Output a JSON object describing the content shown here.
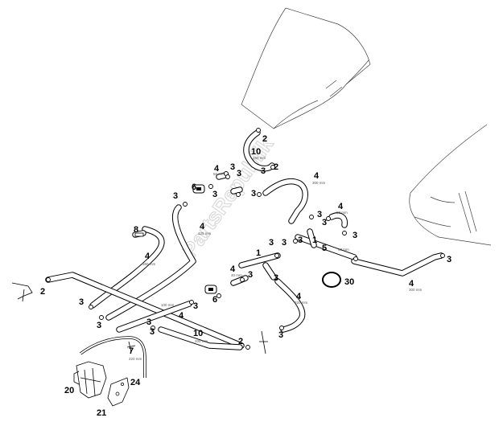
{
  "watermark": "PartsRepublik",
  "callouts": {
    "c2_top": "2",
    "c10_top": "10",
    "c3_a": "3",
    "c2_b": "2",
    "c4_56": "4",
    "c3_b": "3",
    "c3_c": "3",
    "c4_300": "4",
    "c3_left_top": "3",
    "c6_a": "6",
    "c3_d": "3",
    "c3_e": "3",
    "c4_90": "4",
    "c3_f": "3",
    "c3_g": "3",
    "c3_h": "3",
    "c8": "8",
    "c4_425": "4",
    "c4_350": "4",
    "c3_i": "3",
    "c3_j": "3",
    "c1_right": "1",
    "c5": "5",
    "c3_k": "3",
    "c4_mid": "4",
    "c1_mid": "1",
    "c3_l": "3",
    "c3_m": "3",
    "c30": "30",
    "c3_right": "3",
    "c4_bottomright": "4",
    "c2_left": "2",
    "c3_n": "3",
    "c3_o": "3",
    "c6_b": "6",
    "c3_p": "3",
    "c4_320": "4",
    "c3_q": "3",
    "c4_100": "4",
    "c3_r": "3",
    "c3_s": "3",
    "c10_bottom": "10",
    "c2_bottom": "2",
    "c7": "7",
    "c20": "20",
    "c24": "24",
    "c21": "21"
  },
  "dimensions": {
    "d10_top": "150 mm",
    "d4_56": "56 mm",
    "d4_300": "300 mm",
    "d4_90": "90 mm",
    "d4_425": "425 mm",
    "d4_350": "350 mm",
    "d4_mid": "40 mm",
    "d4_mid2": "40 mm",
    "d4_320": "320 mm",
    "d4_300b": "300 mm",
    "d4_100": "100 mm",
    "d10_bottom": "200 mm",
    "d7": "220 mm"
  }
}
